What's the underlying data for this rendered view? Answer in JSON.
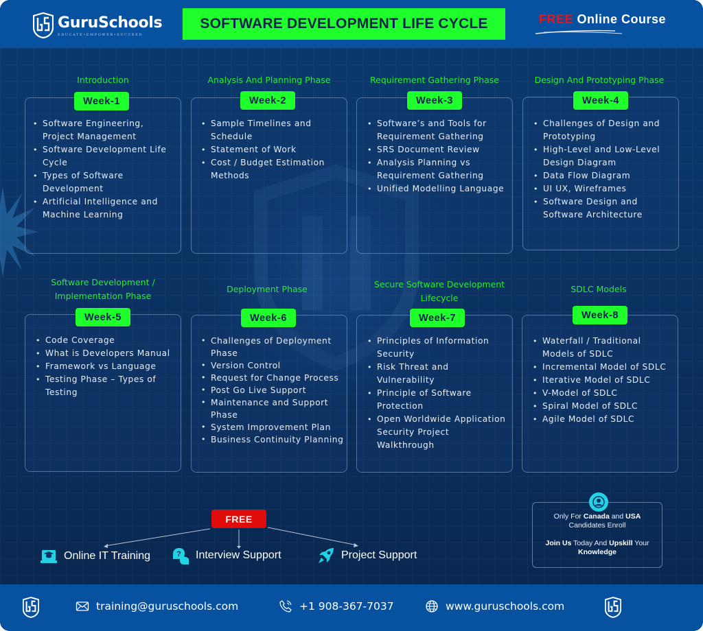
{
  "header": {
    "brand": "GuruSchools",
    "tagline": "EDUCATE•EMPOWER•SUCCEED",
    "title": "SOFTWARE DEVELOPMENT LIFE CYCLE",
    "free_word": "FREE",
    "course_word": " Online Course"
  },
  "weeks": [
    {
      "phase": "Introduction",
      "badge": "Week-1",
      "topics": [
        "Software Engineering, Project Management",
        "Software Development Life Cycle",
        "Types of Software Development",
        "Artificial Intelligence and Machine Learning"
      ]
    },
    {
      "phase": "Analysis And Planning Phase",
      "badge": "Week-2",
      "topics": [
        "Sample Timelines and Schedule",
        "Statement of Work",
        "Cost / Budget Estimation Methods"
      ]
    },
    {
      "phase": "Requirement Gathering Phase",
      "badge": "Week-3",
      "topics": [
        "Software’s and Tools for Requirement Gathering",
        "SRS Document Review",
        "Analysis Planning vs Requirement Gathering",
        "Unified Modelling Language"
      ]
    },
    {
      "phase": "Design And Prototyping Phase",
      "badge": "Week-4",
      "topics": [
        "Challenges of Design and Prototyping",
        "High-Level and Low-Level Design Diagram",
        "Data Flow Diagram",
        "UI UX, Wireframes",
        "Software Design and Software Architecture"
      ]
    },
    {
      "phase": "Software Development / Implementation Phase",
      "badge": "Week-5",
      "topics": [
        "Code Coverage",
        "What is Developers Manual",
        "Framework vs Language",
        "Testing Phase – Types of Testing"
      ]
    },
    {
      "phase": "Deployment Phase",
      "badge": "Week-6",
      "topics": [
        "Challenges of Deployment Phase",
        "Version Control",
        "Request for Change Process",
        "Post Go Live Support",
        "Maintenance and Support Phase",
        "System Improvement Plan",
        "Business Continuity Planning"
      ]
    },
    {
      "phase": "Secure Software Development Lifecycle",
      "badge": "Week-7",
      "topics": [
        "Principles of Information Security",
        "Risk Threat and Vulnerability",
        "Principle of Software Protection",
        "Open Worldwide Application Security Project Walkthrough"
      ]
    },
    {
      "phase": "SDLC Models",
      "badge": "Week-8",
      "topics": [
        "Waterfall / Traditional Models of SDLC",
        "Incremental Model of SDLC",
        "Iterative Model of SDLC",
        "V-Model of SDLC",
        "Spiral Model of SDLC",
        "Agile Model of SDLC"
      ]
    }
  ],
  "free_section": {
    "badge": "FREE",
    "services": [
      {
        "label": "Online IT Training",
        "icon": "laptop-graduation-icon"
      },
      {
        "label": "Interview Support",
        "icon": "question-chat-icon"
      },
      {
        "label": "Project Support",
        "icon": "rocket-icon"
      }
    ]
  },
  "enroll": {
    "line1_pre": "Only For ",
    "line1_b1": "Canada",
    "line1_mid": " and ",
    "line1_b2": "USA",
    "line2": "Candidates  Enroll",
    "line3_b1": "Join Us",
    "line3_mid": " Today And ",
    "line3_b2": "Upskill",
    "line3_post": " Your",
    "line4_b": "Knowledge"
  },
  "footer": {
    "email": "training@guruschools.com",
    "phone": "+1 908-367-7037",
    "website": "www.guruschools.com"
  },
  "colors": {
    "header_blue": "#0752a0",
    "accent_green": "#1fff2c",
    "phase_green": "#2bea34",
    "free_red": "#e00b0b",
    "icon_cyan": "#22d3e6",
    "title_navy": "#0f2250"
  }
}
